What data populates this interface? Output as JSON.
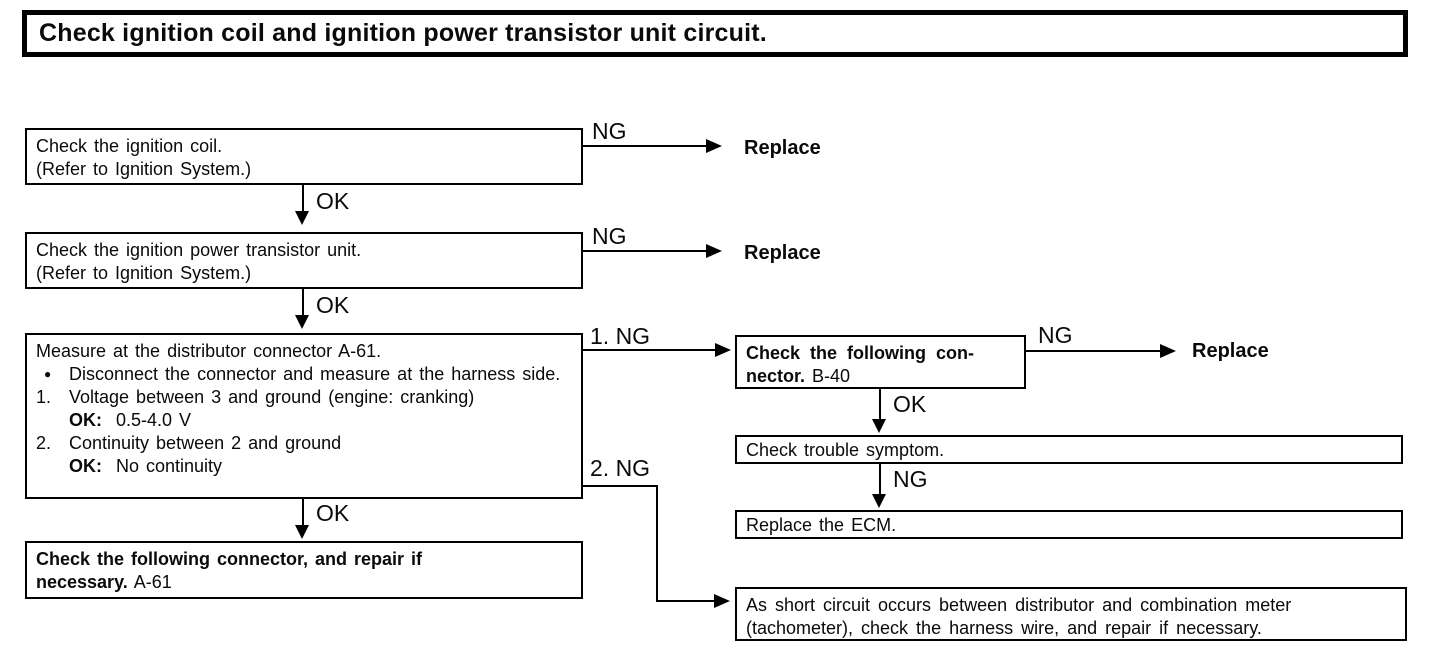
{
  "title": "Check ignition coil and ignition power transistor unit circuit.",
  "labels": {
    "ng": "NG",
    "ok": "OK",
    "ng_1": "1. NG",
    "ng_2": "2. NG",
    "replace": "Replace"
  },
  "boxes": {
    "check_coil": {
      "line1": "Check the ignition coil.",
      "line2": "(Refer to Ignition System.)"
    },
    "check_power_transistor": {
      "line1": "Check the ignition power transistor unit.",
      "line2": "(Refer to Ignition System.)"
    },
    "measure_distributor": {
      "line1": "Measure at the distributor connector A-61.",
      "bullet_glyph": "●",
      "bullet_text": "Disconnect the connector and measure at the harness side.",
      "item1_num": "1.",
      "item1_text": "Voltage between 3 and ground (engine: cranking)",
      "item1_ok_label": "OK:",
      "item1_ok_value": "0.5-4.0 V",
      "item2_num": "2.",
      "item2_text": "Continuity between 2 and ground",
      "item2_ok_label": "OK:",
      "item2_ok_value": "No continuity"
    },
    "repair_connector_a61": {
      "bold_line1": "Check the following connector, and repair if",
      "bold_line2": "necessary.",
      "connector_ref": "A-61"
    },
    "check_connector_b40": {
      "bold_line1": "Check the following con-",
      "bold_line2": "nector.",
      "connector_ref": "B-40"
    },
    "check_trouble_symptom": "Check trouble symptom.",
    "replace_ecm": "Replace the ECM.",
    "short_circuit": {
      "line1": "As short circuit occurs between distributor and combination meter",
      "line2": "(tachometer), check the harness wire, and repair if necessary."
    }
  }
}
